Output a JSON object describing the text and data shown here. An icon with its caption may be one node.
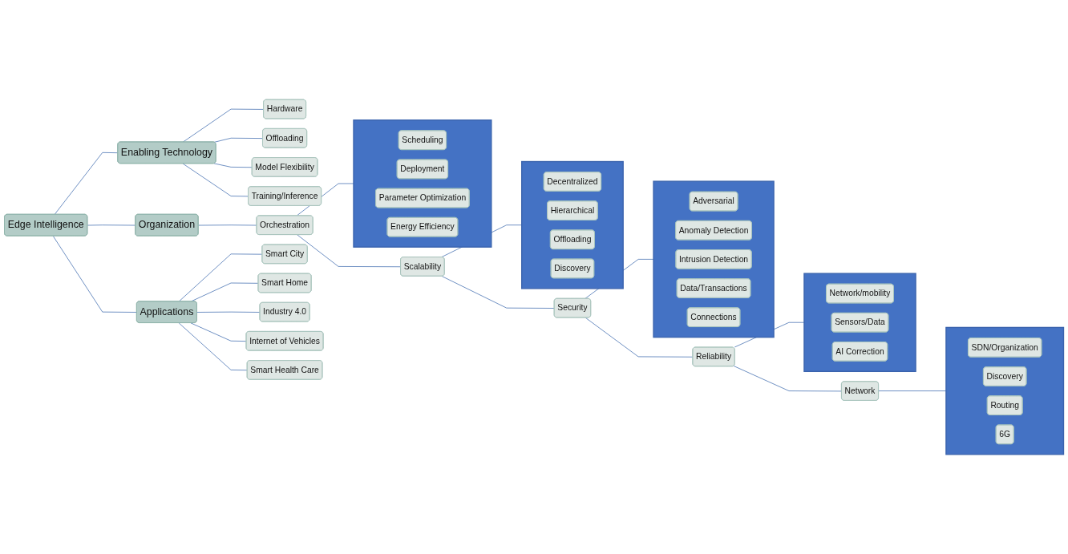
{
  "diagram": {
    "nodes": [
      {
        "text": [
          "Edge Intelligence"
        ]
      },
      {
        "text": [
          "Enabling Technology"
        ]
      },
      {
        "text": [
          "Hardware"
        ]
      },
      {
        "text": [
          "Offloading"
        ]
      },
      {
        "text": [
          "Model Flexibility"
        ]
      },
      {
        "text": [
          "Training/Inference"
        ]
      },
      {
        "text": [
          "Organization"
        ]
      },
      {
        "text": [
          "Orchestration"
        ]
      },
      {
        "text": [],
        "shape": "box"
      },
      {
        "text": [
          "Scheduling"
        ],
        "in": 8
      },
      {
        "text": [
          "Deployment"
        ],
        "in": 8
      },
      {
        "text": [
          "Parameter Optimization"
        ],
        "in": 8
      },
      {
        "text": [
          "Energy Efficiency"
        ],
        "in": 8
      },
      {
        "text": [
          "Scalability"
        ]
      },
      {
        "text": [],
        "shape": "box"
      },
      {
        "text": [
          "Decentralized"
        ],
        "in": 14
      },
      {
        "text": [
          "Hierarchical"
        ],
        "in": 14
      },
      {
        "text": [
          "Offloading"
        ],
        "in": 14
      },
      {
        "text": [
          "Discovery"
        ],
        "in": 14
      },
      {
        "text": [
          "Security"
        ]
      },
      {
        "text": [],
        "shape": "box"
      },
      {
        "text": [
          "Adversarial"
        ],
        "in": 20
      },
      {
        "text": [
          "Anomaly Detection"
        ],
        "in": 20
      },
      {
        "text": [
          "Intrusion Detection"
        ],
        "in": 20
      },
      {
        "text": [
          "Data/Transactions"
        ],
        "in": 20
      },
      {
        "text": [
          "Connections"
        ],
        "in": 20
      },
      {
        "text": [
          "Reliability"
        ]
      },
      {
        "text": [],
        "shape": "box"
      },
      {
        "text": [
          "Network/mobility"
        ],
        "in": 27
      },
      {
        "text": [
          "Sensors/Data"
        ],
        "in": 27
      },
      {
        "text": [
          "AI Correction"
        ],
        "in": 27
      },
      {
        "text": [
          "Network"
        ]
      },
      {
        "text": [],
        "shape": "box"
      },
      {
        "text": [
          "SDN/Organization"
        ],
        "in": 32
      },
      {
        "text": [
          "Discovery"
        ],
        "in": 32
      },
      {
        "text": [
          "Routing"
        ],
        "in": 32
      },
      {
        "text": [
          "6G"
        ],
        "in": 32
      },
      {
        "text": [
          "Applications"
        ]
      },
      {
        "text": [
          "Smart City"
        ]
      },
      {
        "text": [
          "Smart Home"
        ]
      },
      {
        "text": [
          "Industry 4.0"
        ]
      },
      {
        "text": [
          "Internet of Vehicles"
        ]
      },
      {
        "text": [
          "Smart Health Care"
        ]
      }
    ],
    "edges": [
      {
        "from": 0,
        "to": 1,
        "arrow": "none"
      },
      {
        "from": 0,
        "to": 6,
        "arrow": "none"
      },
      {
        "from": 0,
        "to": 37,
        "arrow": "none"
      },
      {
        "from": 1,
        "to": 2,
        "arrow": "none"
      },
      {
        "from": 1,
        "to": 3,
        "arrow": "none"
      },
      {
        "from": 1,
        "to": 4,
        "arrow": "none"
      },
      {
        "from": 1,
        "to": 5,
        "arrow": "none"
      },
      {
        "from": 6,
        "to": 7,
        "arrow": "none"
      },
      {
        "from": 7,
        "to": 8,
        "arrow": "none"
      },
      {
        "from": 7,
        "to": 13,
        "arrow": "none"
      },
      {
        "from": 13,
        "to": 14,
        "arrow": "none"
      },
      {
        "from": 13,
        "to": 19,
        "arrow": "none"
      },
      {
        "from": 19,
        "to": 20,
        "arrow": "none"
      },
      {
        "from": 19,
        "to": 26,
        "arrow": "none"
      },
      {
        "from": 26,
        "to": 27,
        "arrow": "none"
      },
      {
        "from": 26,
        "to": 31,
        "arrow": "none"
      },
      {
        "from": 31,
        "to": 32,
        "arrow": "none"
      },
      {
        "from": 37,
        "to": 38,
        "arrow": "none"
      },
      {
        "from": 37,
        "to": 39,
        "arrow": "none"
      },
      {
        "from": 37,
        "to": 40,
        "arrow": "none"
      },
      {
        "from": 37,
        "to": 41,
        "arrow": "none"
      },
      {
        "from": 37,
        "to": 42,
        "arrow": "none"
      }
    ]
  }
}
